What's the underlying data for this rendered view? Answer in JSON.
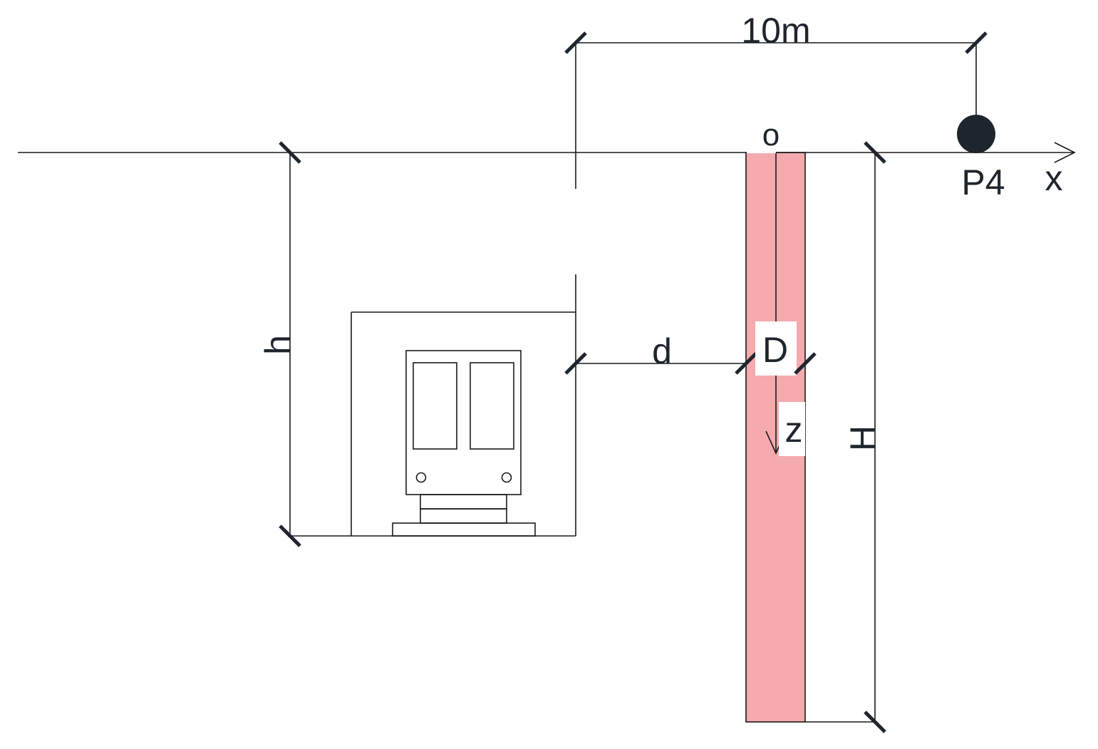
{
  "labels": {
    "dim_top": "10m",
    "origin": "o",
    "x_axis": "x",
    "point": "P4",
    "h": "h",
    "d": "d",
    "D": "D",
    "z": "z",
    "H": "H"
  },
  "colors": {
    "wall_fill": "#f5aaae",
    "point_fill": "#1f252d",
    "line": "#1a1a1a"
  }
}
